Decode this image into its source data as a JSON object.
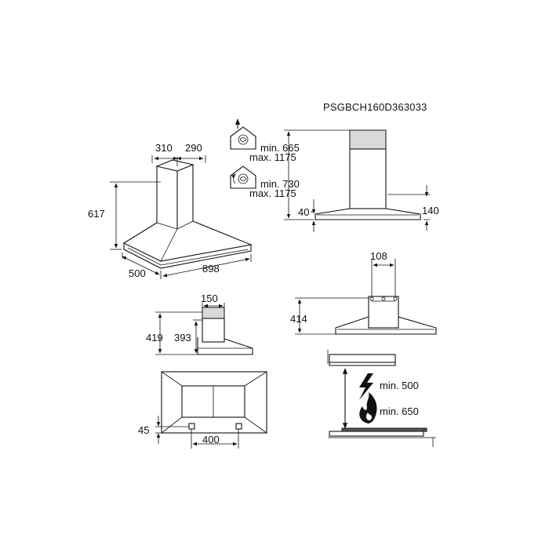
{
  "model_code": "PSGBCH160D363033",
  "chimney_view": {
    "chimney_width_a": "310",
    "chimney_width_b": "290",
    "hood_height": "617",
    "hood_depth": "500",
    "hood_width": "898"
  },
  "installation_view": {
    "outlet_min": "min. 665",
    "outlet_max": "max. 1175",
    "recirc_min": "min. 730",
    "recirc_max": "max. 1175",
    "base_height_left": "40",
    "base_height_right": "140"
  },
  "side_view": {
    "chimney_width": "150",
    "total_height": "419",
    "body_height": "393"
  },
  "bracket_view": {
    "bracket_width": "108",
    "bracket_height": "414"
  },
  "bottom_view": {
    "edge_offset": "45",
    "hole_spacing": "400"
  },
  "clearance_view": {
    "electric_min": "min. 500",
    "gas_min": "min. 650"
  },
  "icons": [
    "ducted-outlet-icon",
    "recirculation-icon",
    "lightning-icon",
    "flame-icon"
  ]
}
